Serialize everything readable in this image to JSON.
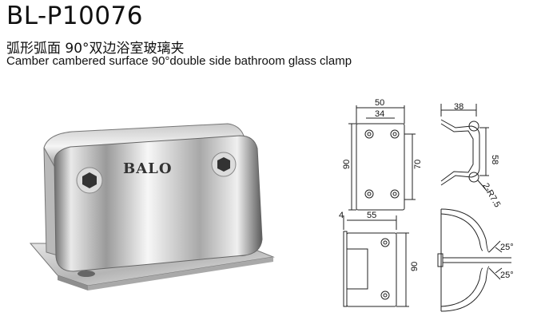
{
  "header": {
    "model": "BL-P10076",
    "name_cn": "弧形弧面 90°双边浴室玻璃夹",
    "name_en": "Camber cambered surface 90°double side bathroom glass clamp"
  },
  "product": {
    "brand": "BALO"
  },
  "dimensions": {
    "front_outer_width": "50",
    "front_inner_width": "34",
    "front_height": "90",
    "front_hole_height": "70",
    "side_depth": "38",
    "side_height": "58",
    "side_radius": "2-R7.5",
    "bottom_thickness": "4",
    "bottom_width": "55",
    "bottom_height": "90",
    "angle_top": "25°",
    "angle_bottom": "25°"
  }
}
